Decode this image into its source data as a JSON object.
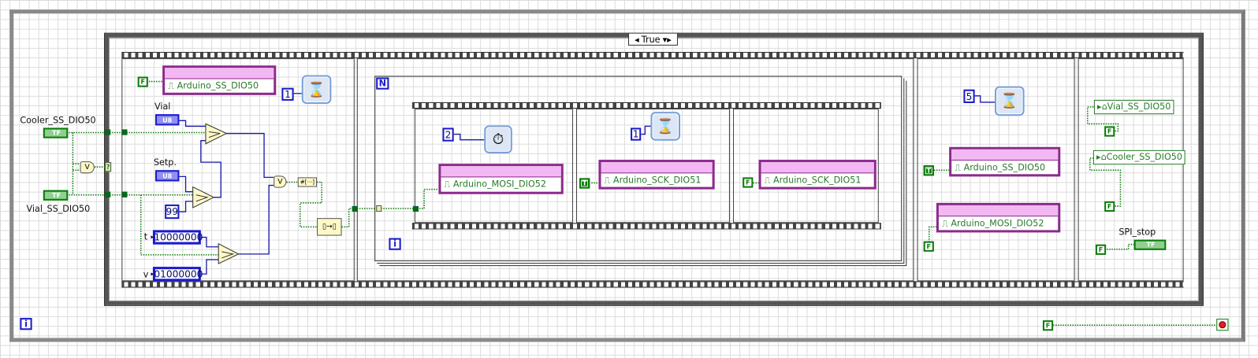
{
  "case_selector": {
    "value": "True"
  },
  "while_loop": {
    "iteration_label": "i",
    "stop_const": "F"
  },
  "controls": {
    "cooler": {
      "label": "Cooler_SS_DIO50",
      "terminal": "TF"
    },
    "vial": {
      "label": "Vial_SS_DIO50",
      "terminal": "TF"
    }
  },
  "case_tunnel": "?",
  "frame1": {
    "ss_const": "F",
    "ss_node": "Arduino_SS_DIO50",
    "wait_const": "1",
    "vial_label": "Vial",
    "vial_type": "U8",
    "setp_label": "Setp.",
    "setp_type": "U8",
    "const_99": "99",
    "t_label": "t",
    "t_value": "10000000",
    "v_label": "v",
    "v_value": "01000000",
    "or_symbol": "V",
    "build_array": "#[···]",
    "convert": "▯→▯"
  },
  "for_loop": {
    "count_label": "N",
    "iteration_label": "i",
    "sub1": {
      "wait_const": "2",
      "mosi_node": "Arduino_MOSI_DIO52"
    },
    "sub2": {
      "wait_const": "1",
      "sck_const": "T",
      "sck_node": "Arduino_SCK_DIO51"
    },
    "sub3": {
      "sck_const": "F",
      "sck_node": "Arduino_SCK_DIO51"
    }
  },
  "frame3": {
    "wait_const": "5",
    "ss_const": "T",
    "ss_node": "Arduino_SS_DIO50",
    "mosi_const": "F",
    "mosi_node": "Arduino_MOSI_DIO52"
  },
  "frame4": {
    "vial_local": "Vial_SS_DIO50",
    "vial_const": "F",
    "cooler_local": "Cooler_SS_DIO50",
    "cooler_const": "F",
    "spi_stop_label": "SPI_stop",
    "spi_stop_terminal": "TF",
    "spi_stop_const": "F"
  },
  "colors": {
    "bool_wire": "#0b7a0b",
    "num_wire": "#1a1aa8",
    "property_node": "#8b2b8b"
  }
}
